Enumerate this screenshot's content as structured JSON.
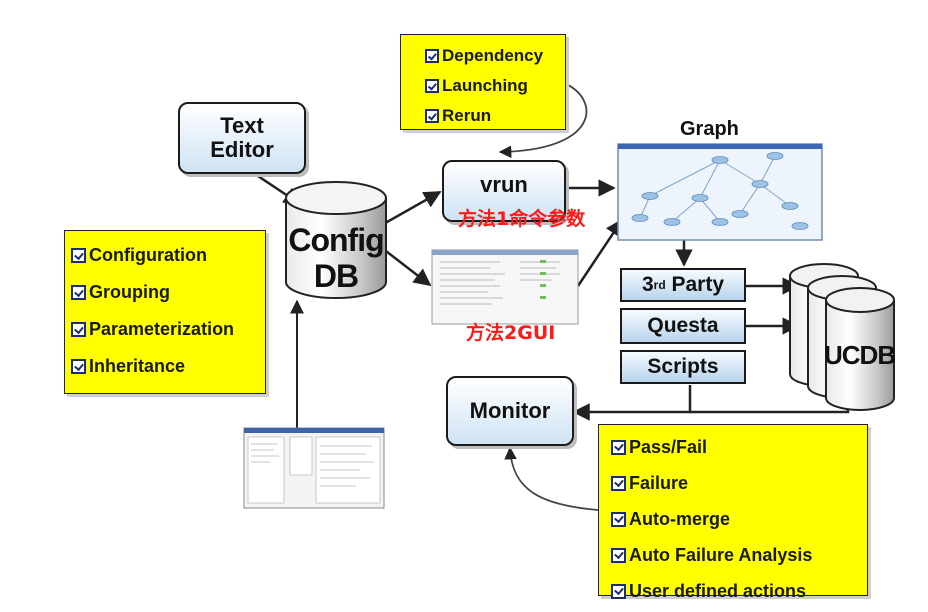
{
  "text_editor": {
    "line1": "Text",
    "line2": "Editor"
  },
  "config_db": {
    "line1": "Config",
    "line2": "DB"
  },
  "vrun": {
    "label": "vrun"
  },
  "monitor": {
    "label": "Monitor"
  },
  "graph": {
    "title": "Graph"
  },
  "ucdb": {
    "label": "UCDB"
  },
  "stack": {
    "third_party_prefix": "3",
    "third_party_sup": "rd",
    "third_party_suffix": " Party",
    "questa": "Questa",
    "scripts": "Scripts"
  },
  "notes": {
    "vrun_features": [
      "Dependency",
      "Launching",
      "Rerun"
    ],
    "config_features": [
      "Configuration",
      "Grouping",
      "Parameterization",
      "Inheritance"
    ],
    "monitor_features": [
      "Pass/Fail",
      "Failure",
      "Auto-merge",
      "Auto Failure Analysis",
      "User defined actions"
    ]
  },
  "overlays": {
    "method1": "方法1命令参数",
    "method2": "方法2GUI"
  },
  "colors": {
    "note_yellow": "#ffff00",
    "overlay_red": "#ff1a1a",
    "box_blue": "#cfe3f4",
    "check_navy": "#1d2f6a"
  }
}
